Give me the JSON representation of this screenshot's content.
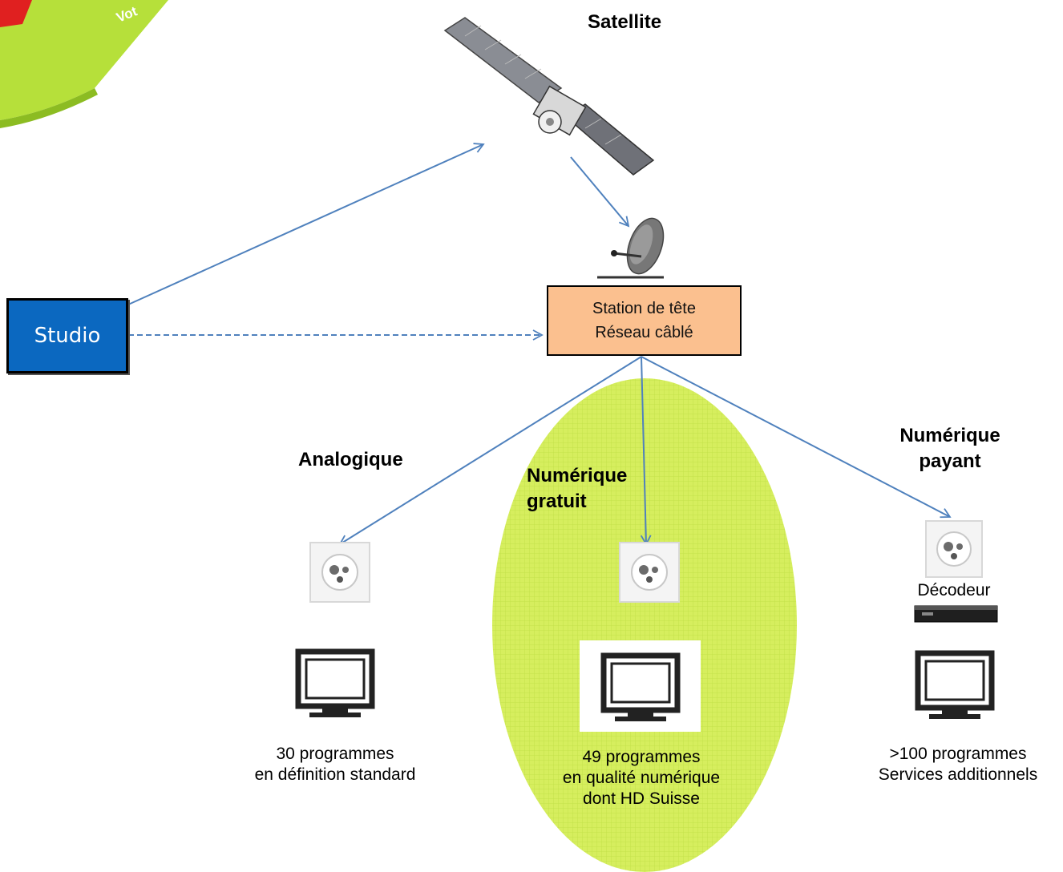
{
  "badge": {
    "partial_text": "Vot",
    "color": "#b8e43a"
  },
  "nodes": {
    "satellite": {
      "label": "Satellite",
      "icon": "satellite-icon"
    },
    "studio": {
      "label": "Studio",
      "color": "#0b68c0"
    },
    "headend": {
      "line1": "Station de tête",
      "line2": "Réseau câblé",
      "color": "#fbc08f",
      "icon": "satellite-dish-icon"
    }
  },
  "branches": {
    "analog": {
      "title": "Analogique",
      "line1": "30 programmes",
      "line2": "en définition standard"
    },
    "digital_free": {
      "title_line1": "Numérique",
      "title_line2": "gratuit",
      "line1": "49 programmes",
      "line2": "en qualité numérique",
      "line3": "dont HD Suisse",
      "highlight_color": "#d4ec5c"
    },
    "digital_paid": {
      "title_line1": "Numérique",
      "title_line2": "payant",
      "device": "Décodeur",
      "line1": ">100 programmes",
      "line2": "Services additionnels"
    }
  },
  "colors": {
    "arrow": "#4f81bd",
    "text": "#000000"
  }
}
